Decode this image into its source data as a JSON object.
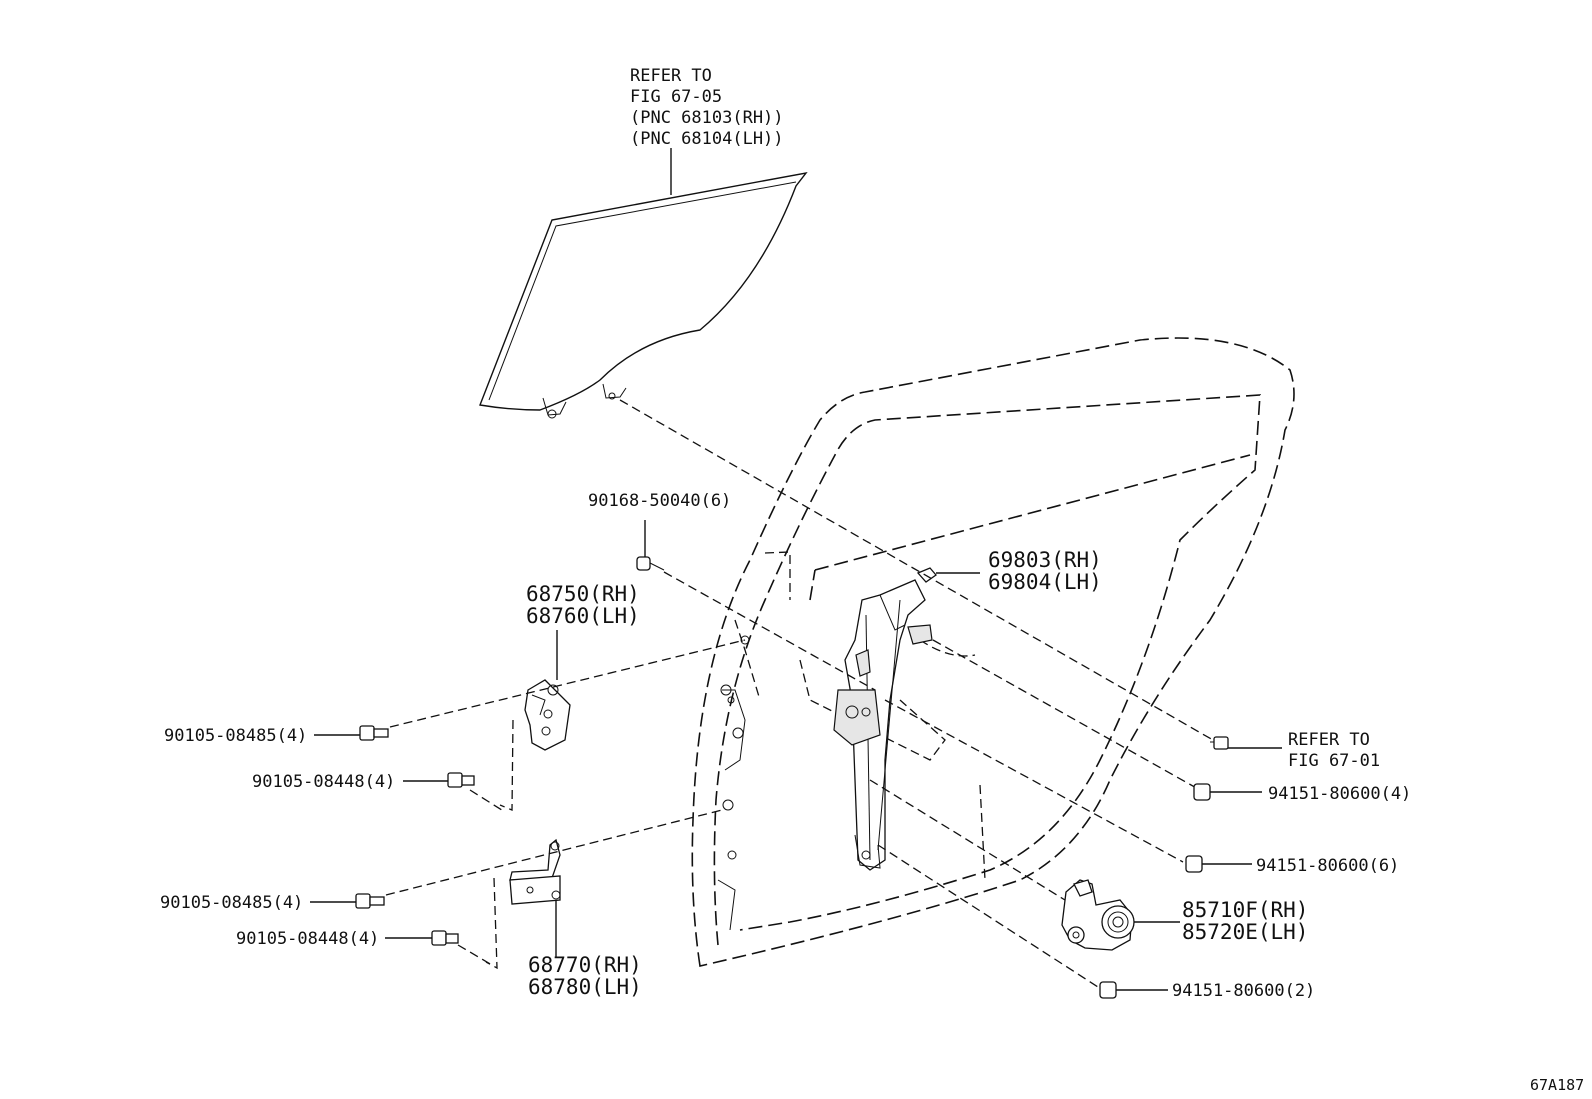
{
  "diagram": {
    "figure_code": "67A187",
    "glass_ref": {
      "line1": "REFER TO",
      "line2": "FIG 67-05",
      "line3": "(PNC 68103(RH))",
      "line4": "(PNC 68104(LH))"
    },
    "run_ref": {
      "line1": "REFER TO",
      "line2": "FIG 67-01"
    },
    "parts": {
      "screw_90168": "90168-50040(6)",
      "channel_rh": "69803(RH)",
      "channel_lh": "69804(LH)",
      "upper_hinge_rh": "68750(RH)",
      "upper_hinge_lh": "68760(LH)",
      "bolt_upper_a": "90105-08485(4)",
      "bolt_upper_b": "90105-08448(4)",
      "bolt_lower_a": "90105-08485(4)",
      "bolt_lower_b": "90105-08448(4)",
      "lower_hinge_rh": "68770(RH)",
      "lower_hinge_lh": "68780(LH)",
      "nut_4": "94151-80600(4)",
      "nut_6": "94151-80600(6)",
      "motor_rh": "85710F(RH)",
      "motor_lh": "85720E(LH)",
      "nut_2": "94151-80600(2)"
    }
  }
}
